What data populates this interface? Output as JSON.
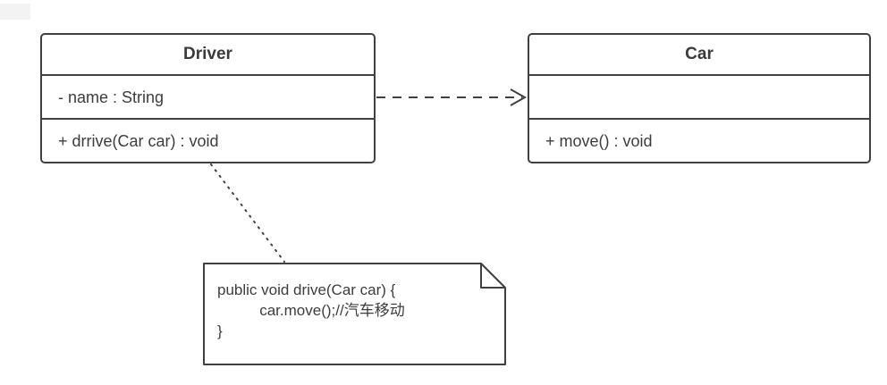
{
  "diagram": {
    "type": "uml-class-diagram",
    "colors": {
      "stroke": "#404040",
      "text": "#3d3d3d",
      "background": "#ffffff"
    },
    "classes": [
      {
        "name": "Driver",
        "attributes": [
          "- name : String"
        ],
        "methods": [
          "+ drrive(Car car) : void"
        ]
      },
      {
        "name": "Car",
        "attributes": [],
        "methods": [
          "+ move() : void"
        ]
      }
    ],
    "relations": [
      {
        "type": "dependency",
        "from": "Driver",
        "to": "Car",
        "line": "dashed",
        "arrowhead": "open"
      }
    ],
    "note": {
      "lines": [
        "public void drive(Car car) {",
        "          car.move();//汽车移动",
        "}"
      ],
      "attached_to": "Driver"
    }
  }
}
